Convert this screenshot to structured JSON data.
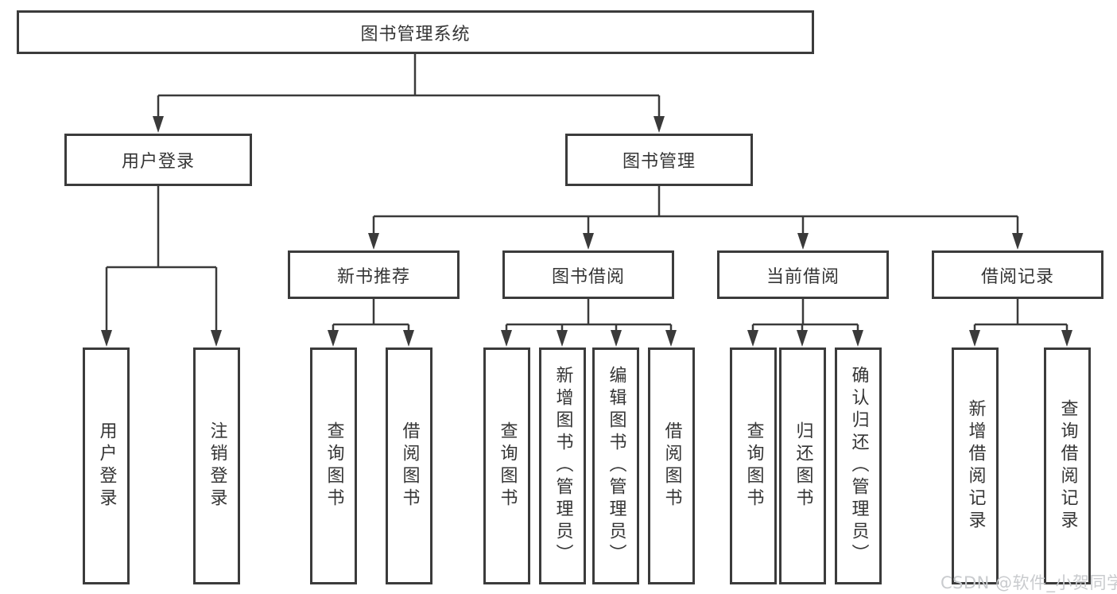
{
  "diagram": {
    "title": "图书管理系统",
    "branches": {
      "user_login": {
        "label": "用户登录",
        "children": [
          {
            "label": "用户登录"
          },
          {
            "label": "注销登录"
          }
        ]
      },
      "book_management": {
        "label": "图书管理",
        "sections": [
          {
            "label": "新书推荐",
            "children": [
              {
                "label": "查询图书"
              },
              {
                "label": "借阅图书"
              }
            ]
          },
          {
            "label": "图书借阅",
            "children": [
              {
                "label": "查询图书"
              },
              {
                "label": "新增图书（管理员）"
              },
              {
                "label": "编辑图书（管理员）"
              },
              {
                "label": "借阅图书"
              }
            ]
          },
          {
            "label": "当前借阅",
            "children": [
              {
                "label": "查询图书"
              },
              {
                "label": "归还图书"
              },
              {
                "label": "确认归还（管理员）"
              }
            ]
          },
          {
            "label": "借阅记录",
            "children": [
              {
                "label": "新增借阅记录"
              },
              {
                "label": "查询借阅记录"
              }
            ]
          }
        ]
      }
    },
    "watermark": "CSDN @软件_小贺同学",
    "colors": {
      "line": "#3a3a3a",
      "border": "#3b3b3b",
      "text": "#353535",
      "background": "#ffffff",
      "watermark": "#c9cbce"
    }
  }
}
